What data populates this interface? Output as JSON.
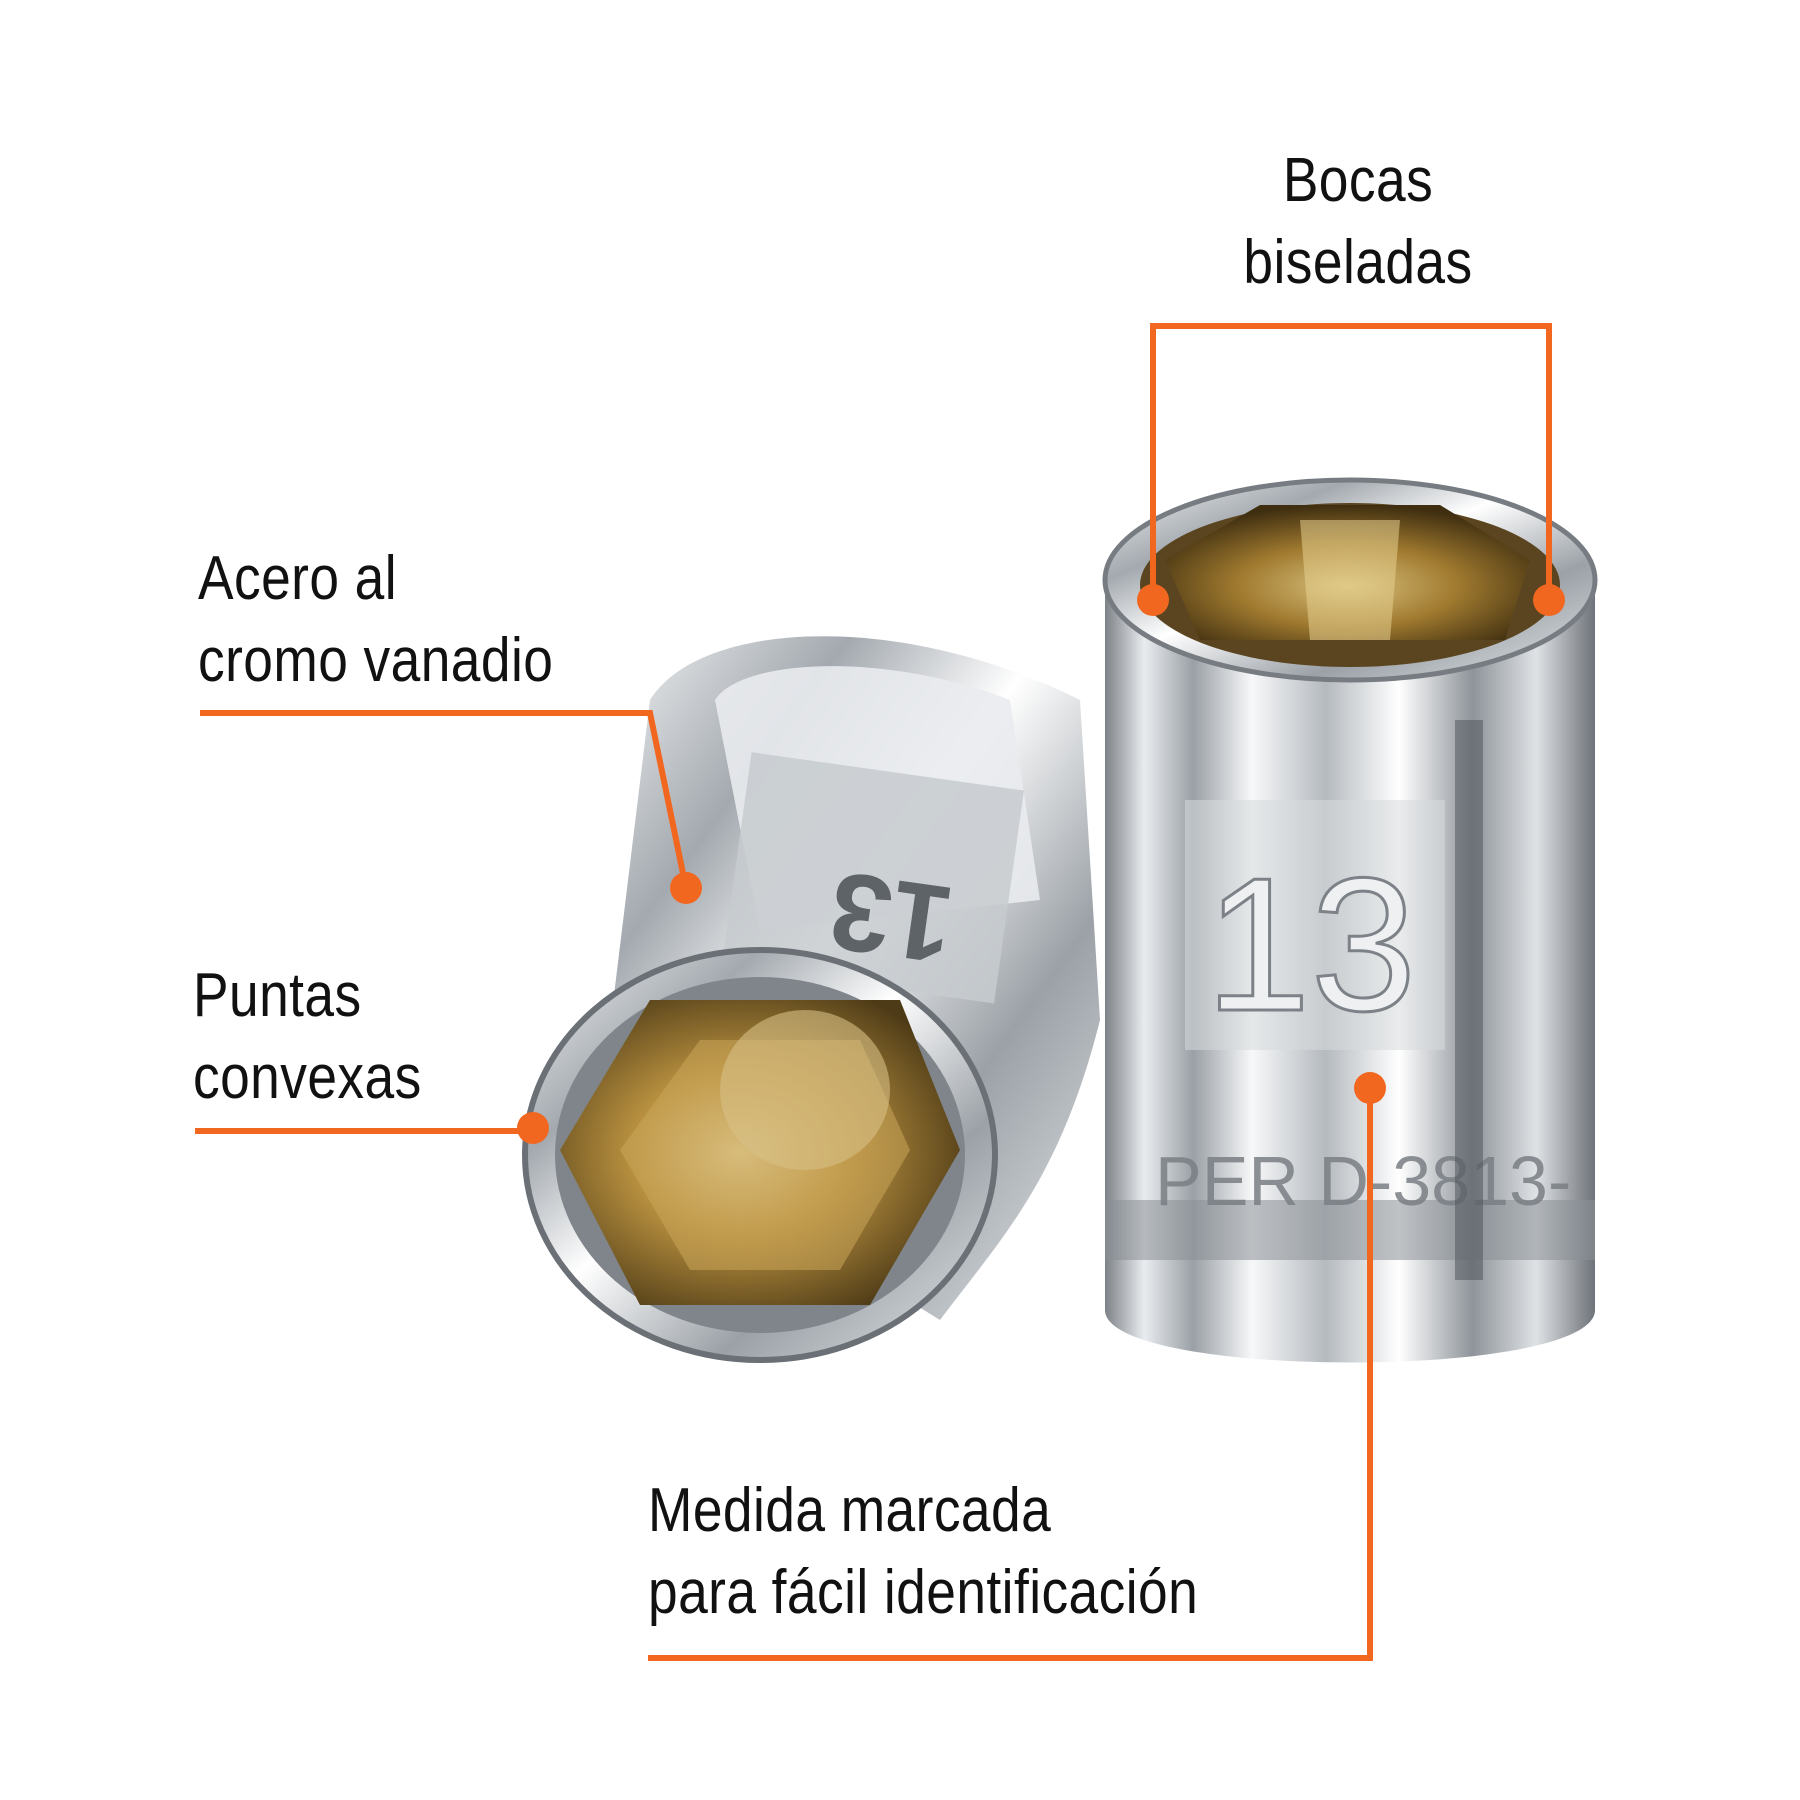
{
  "image": {
    "description_alt": "",
    "accent_color": "#f2671f",
    "chrome_color": "#c9ccd0",
    "interior_color": "#b38c3a"
  },
  "callouts": {
    "bocas": {
      "line1": "Bocas",
      "line2": "biseladas"
    },
    "acero": {
      "line1": "Acero al",
      "line2": "cromo vanadio"
    },
    "puntas": {
      "line1": "Puntas",
      "line2": "convexas"
    },
    "medida": {
      "line1": "Medida marcada",
      "line2": "para fácil identificación"
    }
  },
  "socket_marking": {
    "size": "13",
    "model_text": "PER D-3813-"
  }
}
